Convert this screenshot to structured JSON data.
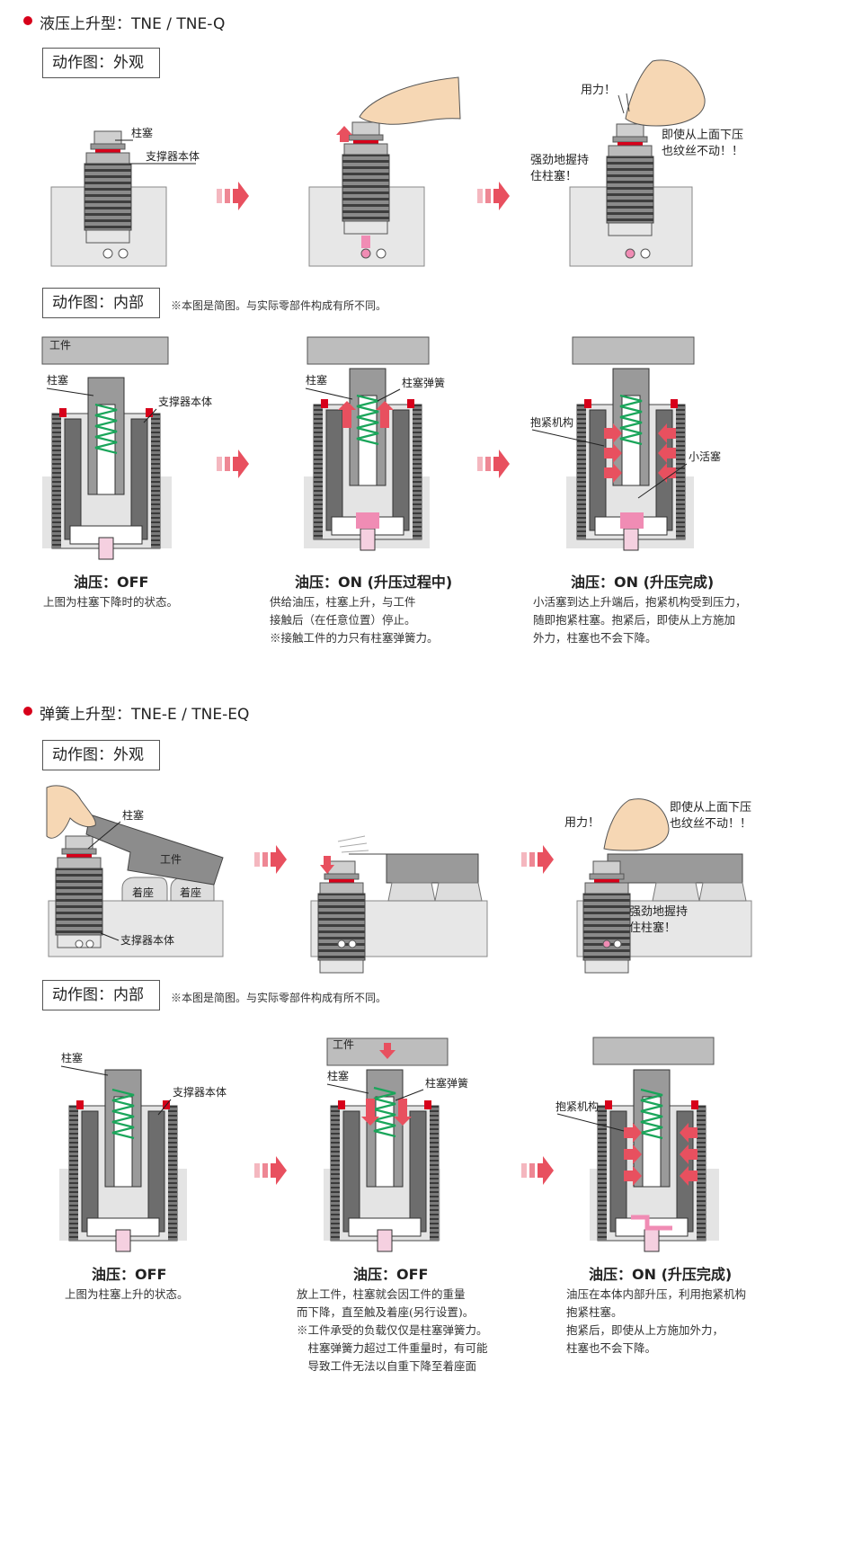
{
  "section1": {
    "title": "液压上升型：TNE / TNE-Q",
    "external_label": "动作图：外观",
    "internal_label": "动作图：内部",
    "internal_note": "※本图是简图。与实际零部件构成有所不同。",
    "ext": {
      "plunger": "柱塞",
      "body": "支撑器本体",
      "force": "用力！",
      "grip_1": "强劲地握持",
      "grip_2": "住柱塞！",
      "press_1": "即使从上面下压",
      "press_2": "也纹丝不动！！"
    },
    "int": {
      "workpiece": "工件",
      "plunger": "柱塞",
      "body": "支撑器本体",
      "plunger_2": "柱塞",
      "spring": "柱塞弹簧",
      "clamp": "抱紧机构",
      "piston": "小活塞"
    },
    "captions": [
      {
        "title": "油压：OFF",
        "lines": [
          "上图为柱塞下降时的状态。"
        ]
      },
      {
        "title": "油压：ON (升压过程中)",
        "lines": [
          "供给油压，柱塞上升，与工件",
          "接触后（在任意位置）停止。",
          "※接触工件的力只有柱塞弹簧力。"
        ]
      },
      {
        "title": "油压：ON (升压完成)",
        "lines": [
          "小活塞到达上升端后，抱紧机构受到压力，",
          "随即抱紧柱塞。抱紧后，即使从上方施加",
          "外力，柱塞也不会下降。"
        ]
      }
    ]
  },
  "section2": {
    "title": "弹簧上升型：TNE-E / TNE-EQ",
    "external_label": "动作图：外观",
    "internal_label": "动作图：内部",
    "internal_note": "※本图是简图。与实际零部件构成有所不同。",
    "ext": {
      "plunger": "柱塞",
      "workpiece": "工件",
      "seat_1": "着座",
      "seat_2": "着座",
      "body": "支撑器本体",
      "force": "用力！",
      "press_1": "即使从上面下压",
      "press_2": "也纹丝不动！！",
      "grip_1": "强劲地握持",
      "grip_2": "住柱塞！"
    },
    "int": {
      "plunger": "柱塞",
      "body": "支撑器本体",
      "workpiece": "工件",
      "plunger_2": "柱塞",
      "spring": "柱塞弹簧",
      "clamp": "抱紧机构"
    },
    "captions": [
      {
        "title": "油压：OFF",
        "lines": [
          "上图为柱塞上升的状态。"
        ]
      },
      {
        "title": "油压：OFF",
        "lines": [
          "放上工件，柱塞就会因工件的重量",
          "而下降，直至触及着座(另行设置)。",
          "※工件承受的负载仅仅是柱塞弹簧力。",
          "　柱塞弹簧力超过工件重量时，有可能",
          "　导致工件无法以自重下降至着座面"
        ]
      },
      {
        "title": "油压：ON (升压完成)",
        "lines": [
          "油压在本体内部升压，利用抱紧机构",
          "抱紧柱塞。",
          "抱紧后，即使从上方施加外力，",
          "柱塞也不会下降。"
        ]
      }
    ]
  },
  "colors": {
    "accent": "#d7001a",
    "arrow": "#e8505f",
    "spring": "#1aa55a",
    "oil": "#f08cb4"
  }
}
